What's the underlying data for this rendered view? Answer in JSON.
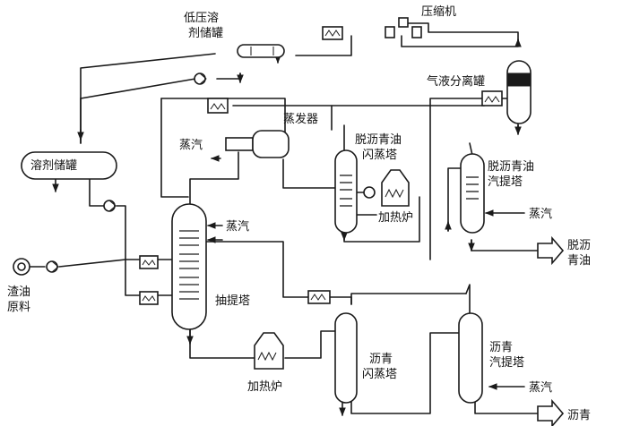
{
  "labels": {
    "low_pressure_solvent_tank": [
      "低压溶",
      "剂储罐"
    ],
    "compressor": "压缩机",
    "gas_liquid_separator": "气液分离罐",
    "evaporator": "蒸发器",
    "steam_evaporator": "蒸汽",
    "dao_flash_tower": [
      "脱沥青油",
      "闪蒸塔"
    ],
    "solvent_tank": "溶剂储罐",
    "heater_dao": "加热炉",
    "dao_stripper": [
      "脱沥青油",
      "汽提塔"
    ],
    "steam_dao_stripper": "蒸汽",
    "dao_product": [
      "脱沥",
      "青油"
    ],
    "steam_extractor": "蒸汽",
    "residue_feed": [
      "渣油",
      "原料"
    ],
    "extraction_tower": "抽提塔",
    "asphalt_flash_tower": [
      "沥青",
      "闪蒸塔"
    ],
    "heater_asphalt": "加热炉",
    "asphalt_stripper": [
      "沥青",
      "汽提塔"
    ],
    "steam_asphalt_stripper": "蒸汽",
    "asphalt_product": "沥青"
  }
}
